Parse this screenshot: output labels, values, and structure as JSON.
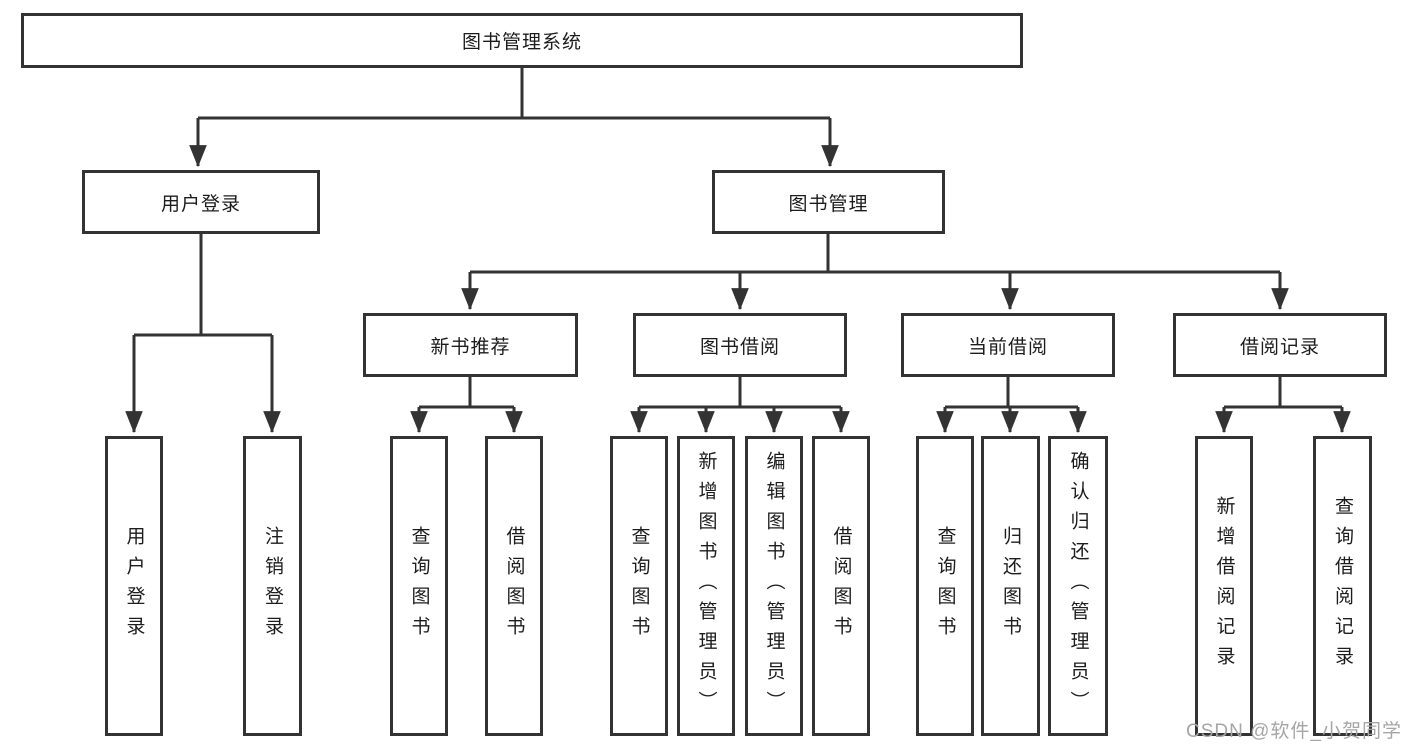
{
  "diagram": {
    "title_node": {
      "label": "图书管理系统"
    },
    "branches": [
      {
        "label": "用户登录",
        "children": [
          {
            "label": "用户登录"
          },
          {
            "label": "注销登录"
          }
        ]
      },
      {
        "label": "图书管理",
        "children": [
          {
            "label": "新书推荐",
            "children": [
              {
                "label": "查询图书"
              },
              {
                "label": "借阅图书"
              }
            ]
          },
          {
            "label": "图书借阅",
            "children": [
              {
                "label": "查询图书"
              },
              {
                "label": "新增图书（管理员）"
              },
              {
                "label": "编辑图书（管理员）"
              },
              {
                "label": "借阅图书"
              }
            ]
          },
          {
            "label": "当前借阅",
            "children": [
              {
                "label": "查询图书"
              },
              {
                "label": "归还图书"
              },
              {
                "label": "确认归还（管理员）"
              }
            ]
          },
          {
            "label": "借阅记录",
            "children": [
              {
                "label": "新增借阅记录"
              },
              {
                "label": "查询借阅记录"
              }
            ]
          }
        ]
      }
    ]
  },
  "watermark": {
    "text": "CSDN @软件_小贺同学"
  },
  "colors": {
    "line": "#333333",
    "text": "#1c1c1c",
    "box_background": "#ffffff",
    "watermark": "#a6a6a6"
  }
}
